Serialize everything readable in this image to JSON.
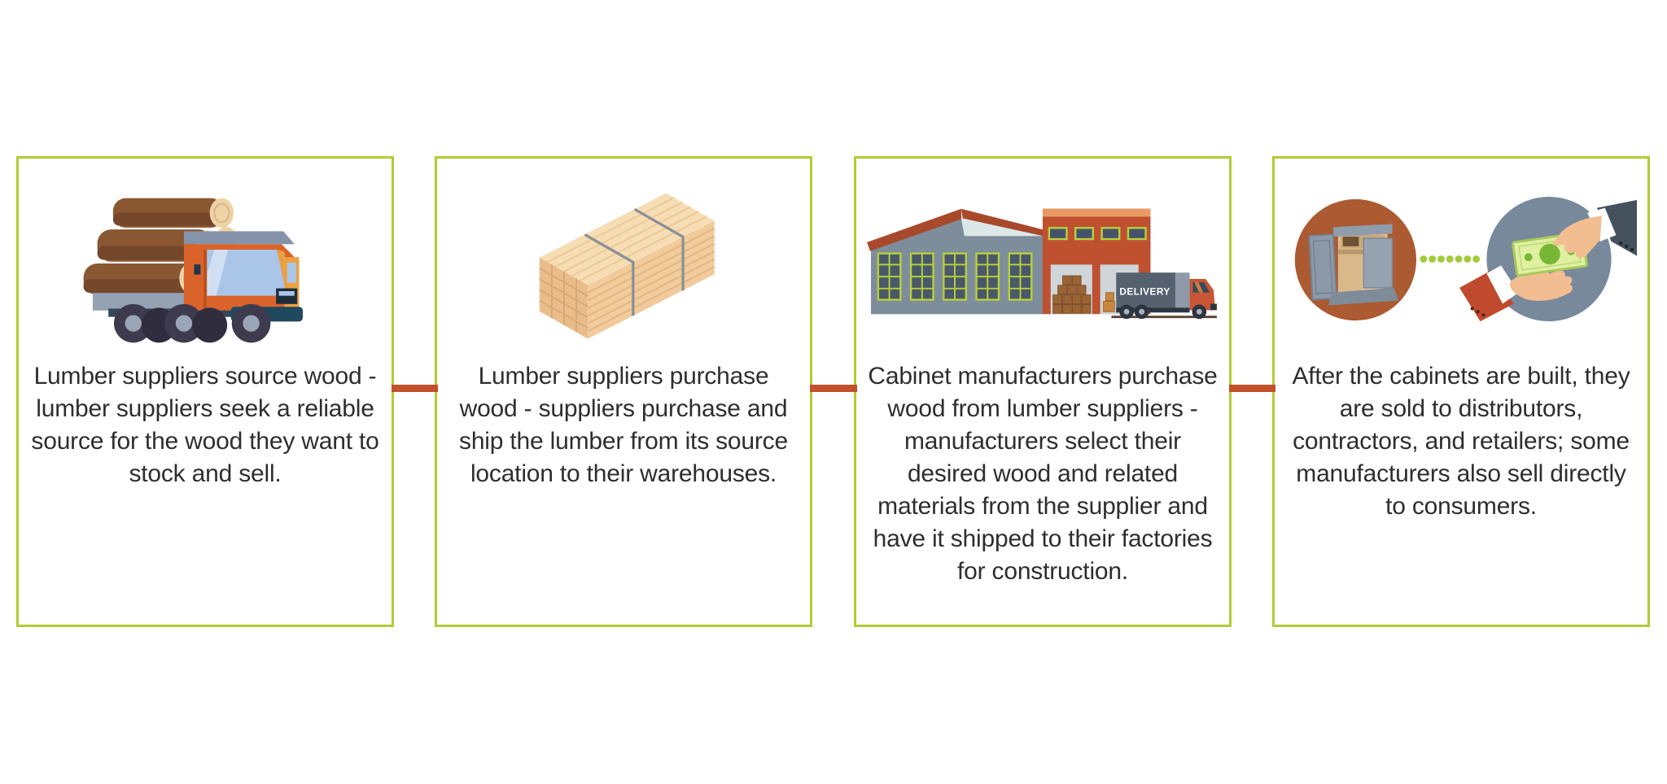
{
  "diagram": {
    "steps": [
      {
        "id": 1,
        "icon": "log-truck",
        "text": "Lumber suppliers source wood - lumber suppliers seek a reliable source for the wood they want to stock and sell."
      },
      {
        "id": 2,
        "icon": "lumber-bundle",
        "text": "Lumber suppliers purchase wood - suppliers purchase and ship the lumber from its source location to their warehouses."
      },
      {
        "id": 3,
        "icon": "factory-delivery",
        "text": "Cabinet manufacturers purchase wood from lumber suppliers - manufacturers select their desired wood and related materials from the supplier and have it shipped to their factories for construction."
      },
      {
        "id": 4,
        "icon": "cabinet-money-exchange",
        "text": "After the cabinets are built, they are sold to distributors, contractors, and retailers; some manufacturers also sell directly to consumers."
      }
    ],
    "delivery_label": "DELIVERY",
    "colors": {
      "box_border": "#b2cc33",
      "connector": "#c3512c",
      "text": "#2e2e2e",
      "dotted_line": "#a5cb3a",
      "background": "#ffffff"
    }
  }
}
